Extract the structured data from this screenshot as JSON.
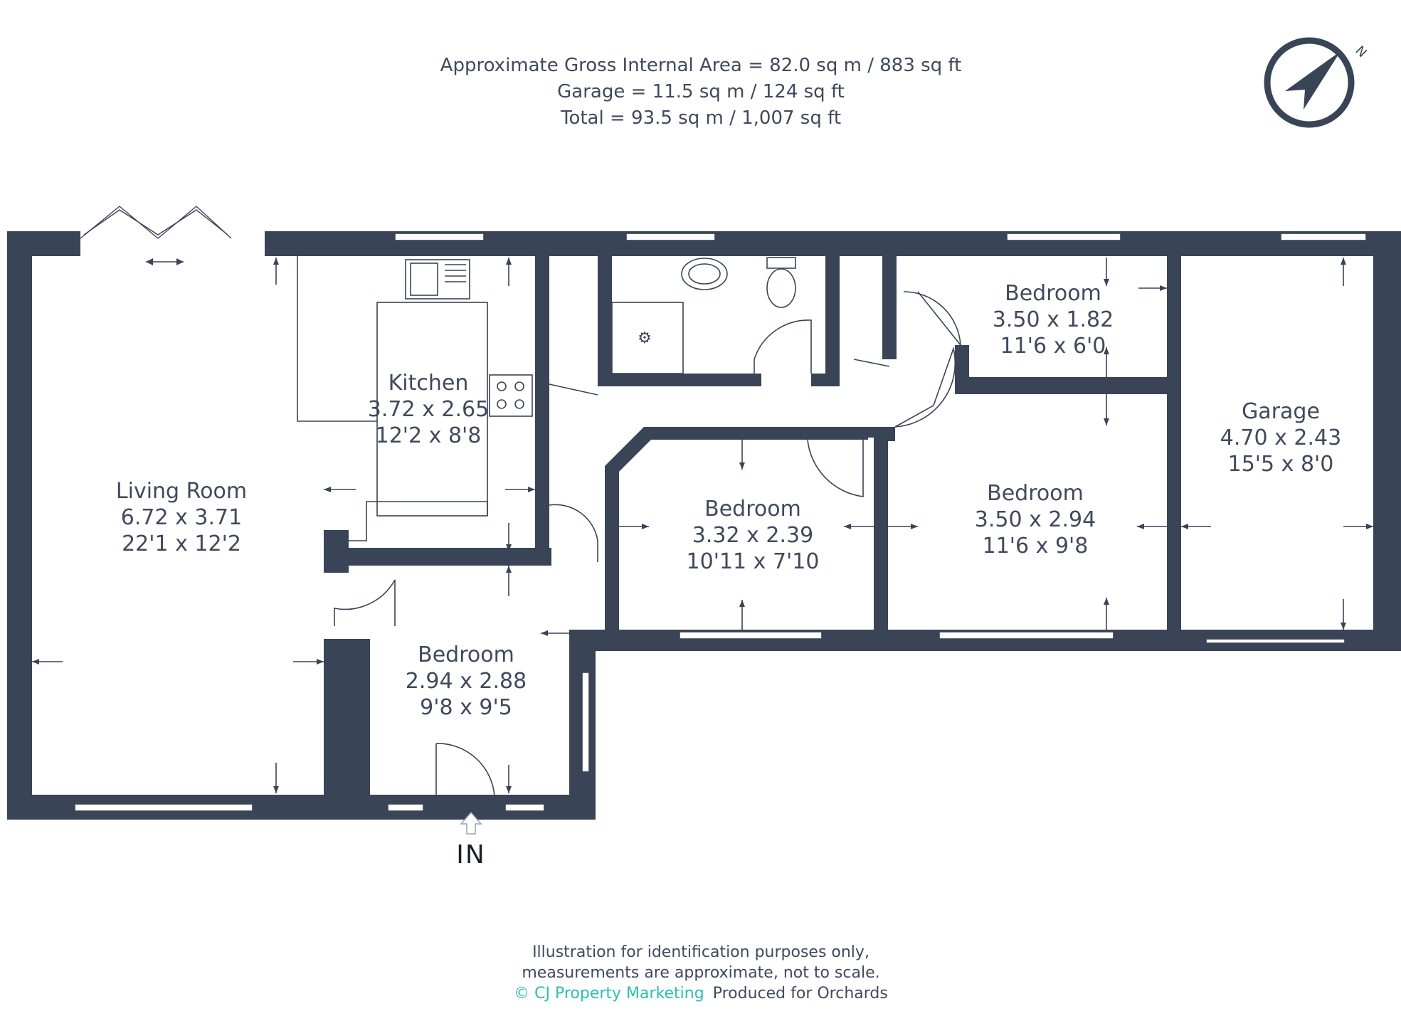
{
  "header": {
    "line1": "Approximate Gross Internal Area = 82.0 sq m / 883 sq ft",
    "line2": "Garage = 11.5 sq m / 124 sq ft",
    "line3": "Total = 93.5 sq m / 1,007 sq ft"
  },
  "compass": {
    "label": "N",
    "icon": "compass-icon"
  },
  "rooms": {
    "living": {
      "name": "Living Room",
      "metric": "6.72 x 3.71",
      "imperial": "22'1 x 12'2"
    },
    "kitchen": {
      "name": "Kitchen",
      "metric": "3.72 x 2.65",
      "imperial": "12'2 x 8'8"
    },
    "bedroom_front": {
      "name": "Bedroom",
      "metric": "2.94 x 2.88",
      "imperial": "9'8 x 9'5"
    },
    "bedroom_middle": {
      "name": "Bedroom",
      "metric": "3.32 x 2.39",
      "imperial": "10'11 x 7'10"
    },
    "bedroom_small": {
      "name": "Bedroom",
      "metric": "3.50 x 1.82",
      "imperial": "11'6 x 6'0"
    },
    "bedroom_large": {
      "name": "Bedroom",
      "metric": "3.50 x 2.94",
      "imperial": "11'6 x 9'8"
    },
    "garage": {
      "name": "Garage",
      "metric": "4.70 x 2.43",
      "imperial": "15'5 x 8'0"
    }
  },
  "entrance": {
    "label": "IN"
  },
  "footer": {
    "line1": "Illustration for identification purposes only,",
    "line2": "measurements are approximate, not to scale.",
    "brand": "© CJ Property Marketing",
    "produced": "Produced for Orchards"
  },
  "colors": {
    "wall": "#3a4457",
    "text": "#3f4a5c",
    "brand": "#2bbfb0"
  }
}
